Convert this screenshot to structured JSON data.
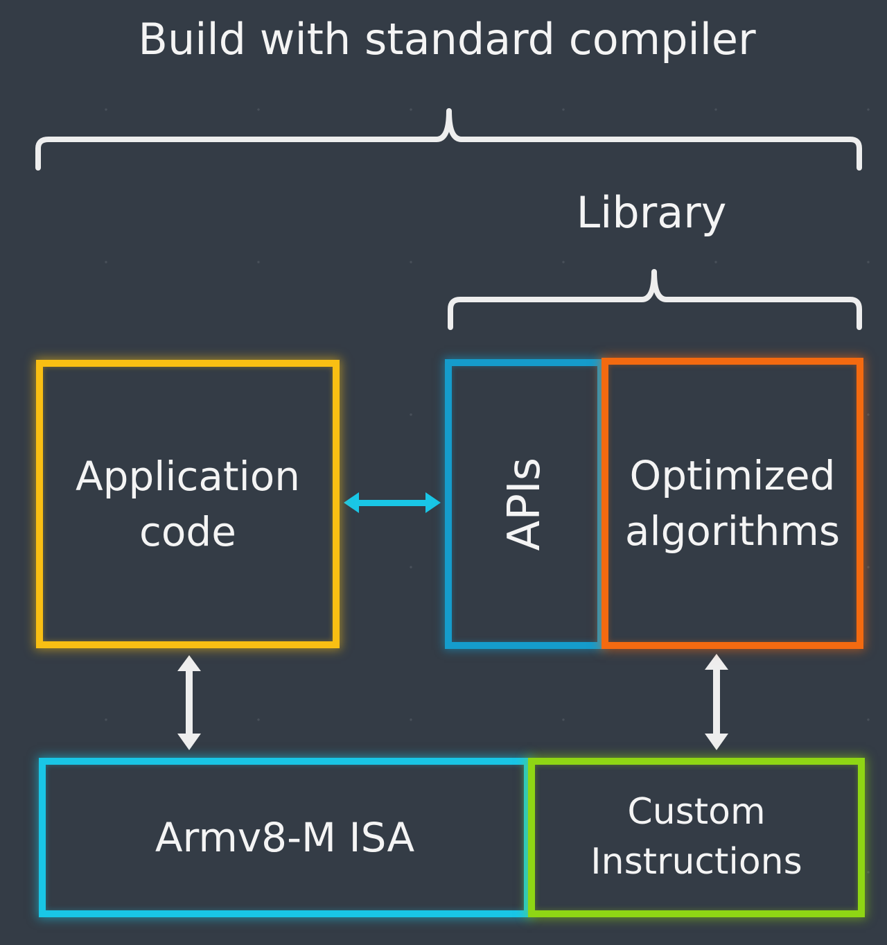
{
  "title": "Build with standard compiler",
  "library_label": "Library",
  "boxes": {
    "application": {
      "line1": "Application",
      "line2": "code",
      "color": "#f9bf13"
    },
    "apis": {
      "text": "APIs",
      "color": "#159ccc"
    },
    "optimized": {
      "line1": "Optimized",
      "line2": "algorithms",
      "color": "#f46a10"
    },
    "isa": {
      "text": "Armv8-M ISA",
      "color": "#19c6e6"
    },
    "custom": {
      "line1": "Custom",
      "line2": "Instructions",
      "color": "#8fd614"
    }
  },
  "colors": {
    "background": "#343c46",
    "bracket": "#eeeeee",
    "api_arrow": "#19c6e6",
    "vertical_arrows": "#eeeeee"
  }
}
